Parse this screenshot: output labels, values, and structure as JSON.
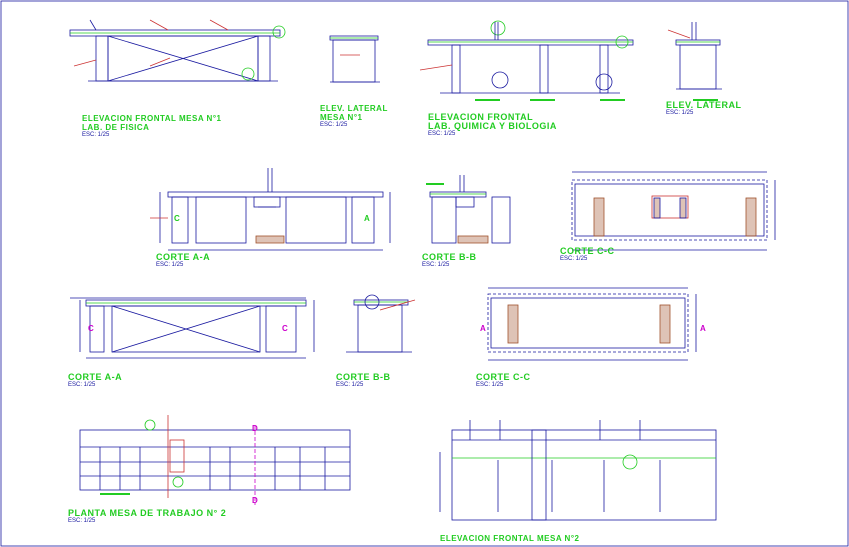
{
  "titles": {
    "elev_frontal_fisica_1": "ELEVACION FRONTAL MESA N°1",
    "elev_frontal_fisica_2": "LAB. DE FISICA",
    "elev_frontal_fisica_scale": "ESC: 1/25",
    "elev_lateral_1_a": "ELEV. LATERAL",
    "elev_lateral_1_b": "MESA N°1",
    "elev_lateral_1_scale": "ESC: 1/25",
    "elev_frontal_quimica_1": "ELEVACION FRONTAL",
    "elev_frontal_quimica_2": "LAB. QUIMICA Y BIOLOGIA",
    "elev_frontal_quimica_scale": "ESC: 1/25",
    "elev_lateral_2": "ELEV. LATERAL",
    "elev_lateral_2_scale": "ESC: 1/25",
    "corte_aa_1": "CORTE A-A",
    "corte_aa_1_scale": "ESC: 1/25",
    "corte_bb_1": "CORTE B-B",
    "corte_bb_1_scale": "ESC: 1/25",
    "corte_cc_1": "CORTE C-C",
    "corte_cc_1_scale": "ESC: 1/25",
    "corte_aa_2": "CORTE A-A",
    "corte_aa_2_scale": "ESC: 1/25",
    "corte_bb_2": "CORTE B-B",
    "corte_bb_2_scale": "ESC: 1/25",
    "corte_cc_2": "CORTE C-C",
    "corte_cc_2_scale": "ESC: 1/25",
    "planta_mesa_1": "PLANTA MESA DE TRABAJO N° 2",
    "planta_mesa_scale": "ESC: 1/25",
    "elev_frontal_mesa_2": "ELEVACION FRONTAL MESA N°2"
  },
  "section_marks": {
    "a": "A",
    "c": "C",
    "d": "D"
  },
  "colors": {
    "background": "#ffffff",
    "outline": "#1a1aa0",
    "hatch": "#a0522d",
    "annotation": "#22cc22",
    "leader": "#cc3333",
    "accent": "#cc00cc"
  }
}
